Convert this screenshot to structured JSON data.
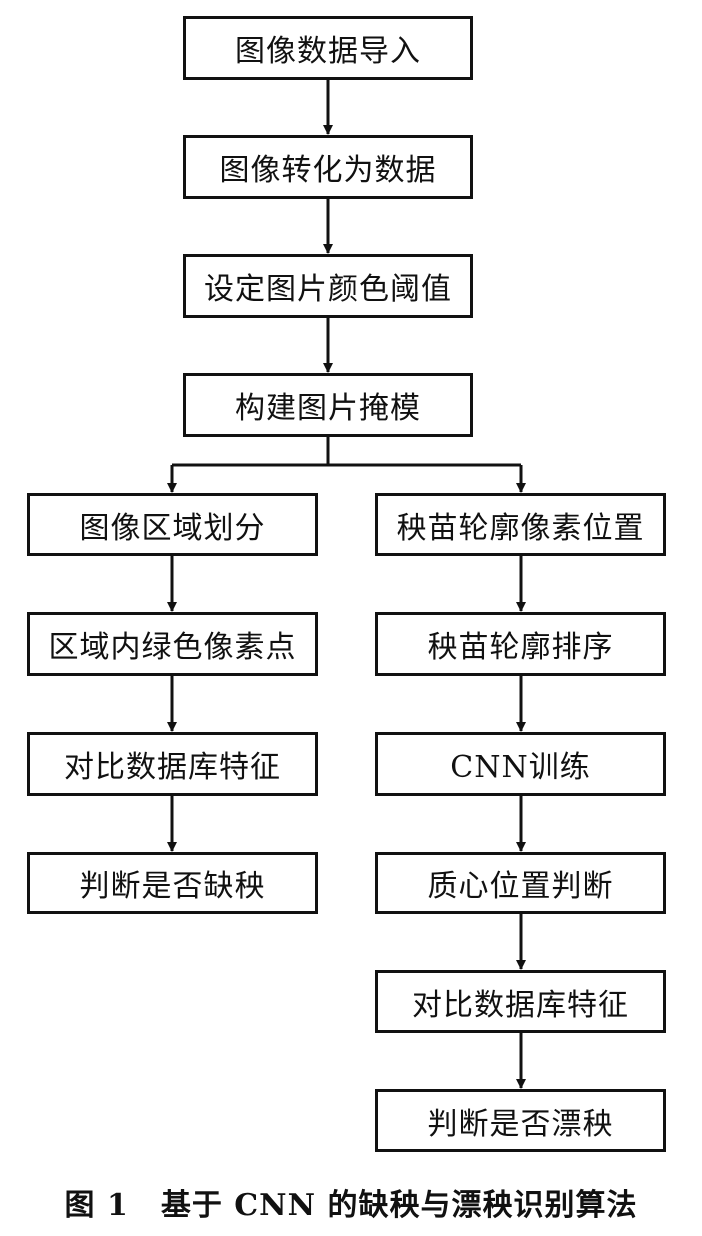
{
  "flowchart": {
    "top_steps": [
      "图像数据导入",
      "图像转化为数据",
      "设定图片颜色阈值",
      "构建图片掩模"
    ],
    "left_branch": [
      "图像区域划分",
      "区域内绿色像素点",
      "对比数据库特征",
      "判断是否缺秧"
    ],
    "right_branch": [
      "秧苗轮廓像素位置",
      "秧苗轮廓排序",
      "CNN训练",
      "质心位置判断",
      "对比数据库特征",
      "判断是否漂秧"
    ]
  },
  "caption": {
    "label": "图 1",
    "text": "基于 CNN 的缺秧与漂秧识别算法"
  }
}
